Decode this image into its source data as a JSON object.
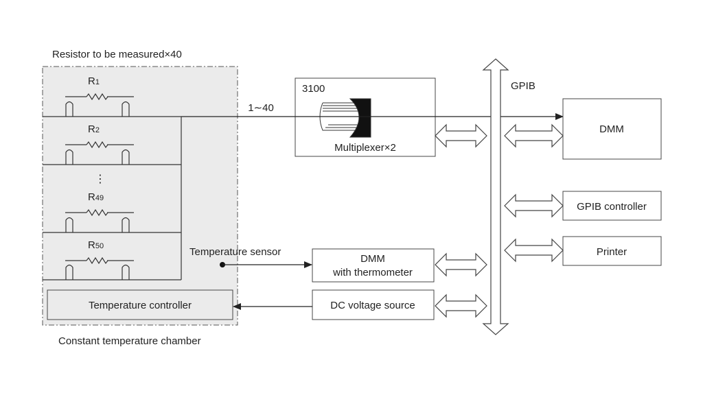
{
  "chamber": {
    "title": "Resistor to be measured×40",
    "caption": "Constant temperature chamber",
    "resistors": [
      {
        "main": "R",
        "sub": "1"
      },
      {
        "main": "R",
        "sub": "2"
      },
      {
        "main": "R",
        "sub": "49"
      },
      {
        "main": "R",
        "sub": "50"
      }
    ],
    "ellipsis": "⋮",
    "channel_label": "1∼40",
    "sensor_label": "Temperature sensor",
    "temp_controller_label": "Temperature controller"
  },
  "devices": {
    "mux_model": "3100",
    "mux_label": "Multiplexer×2",
    "dmm_label": "DMM",
    "dmm_thermo_line1": "DMM",
    "dmm_thermo_line2": "with thermometer",
    "dc_source_label": "DC voltage source",
    "gpib_controller_label": "GPIB controller",
    "printer_label": "Printer"
  },
  "bus": {
    "label": "GPIB"
  },
  "colors": {
    "chamber_fill": "#ebebeb",
    "line": "#333333"
  }
}
